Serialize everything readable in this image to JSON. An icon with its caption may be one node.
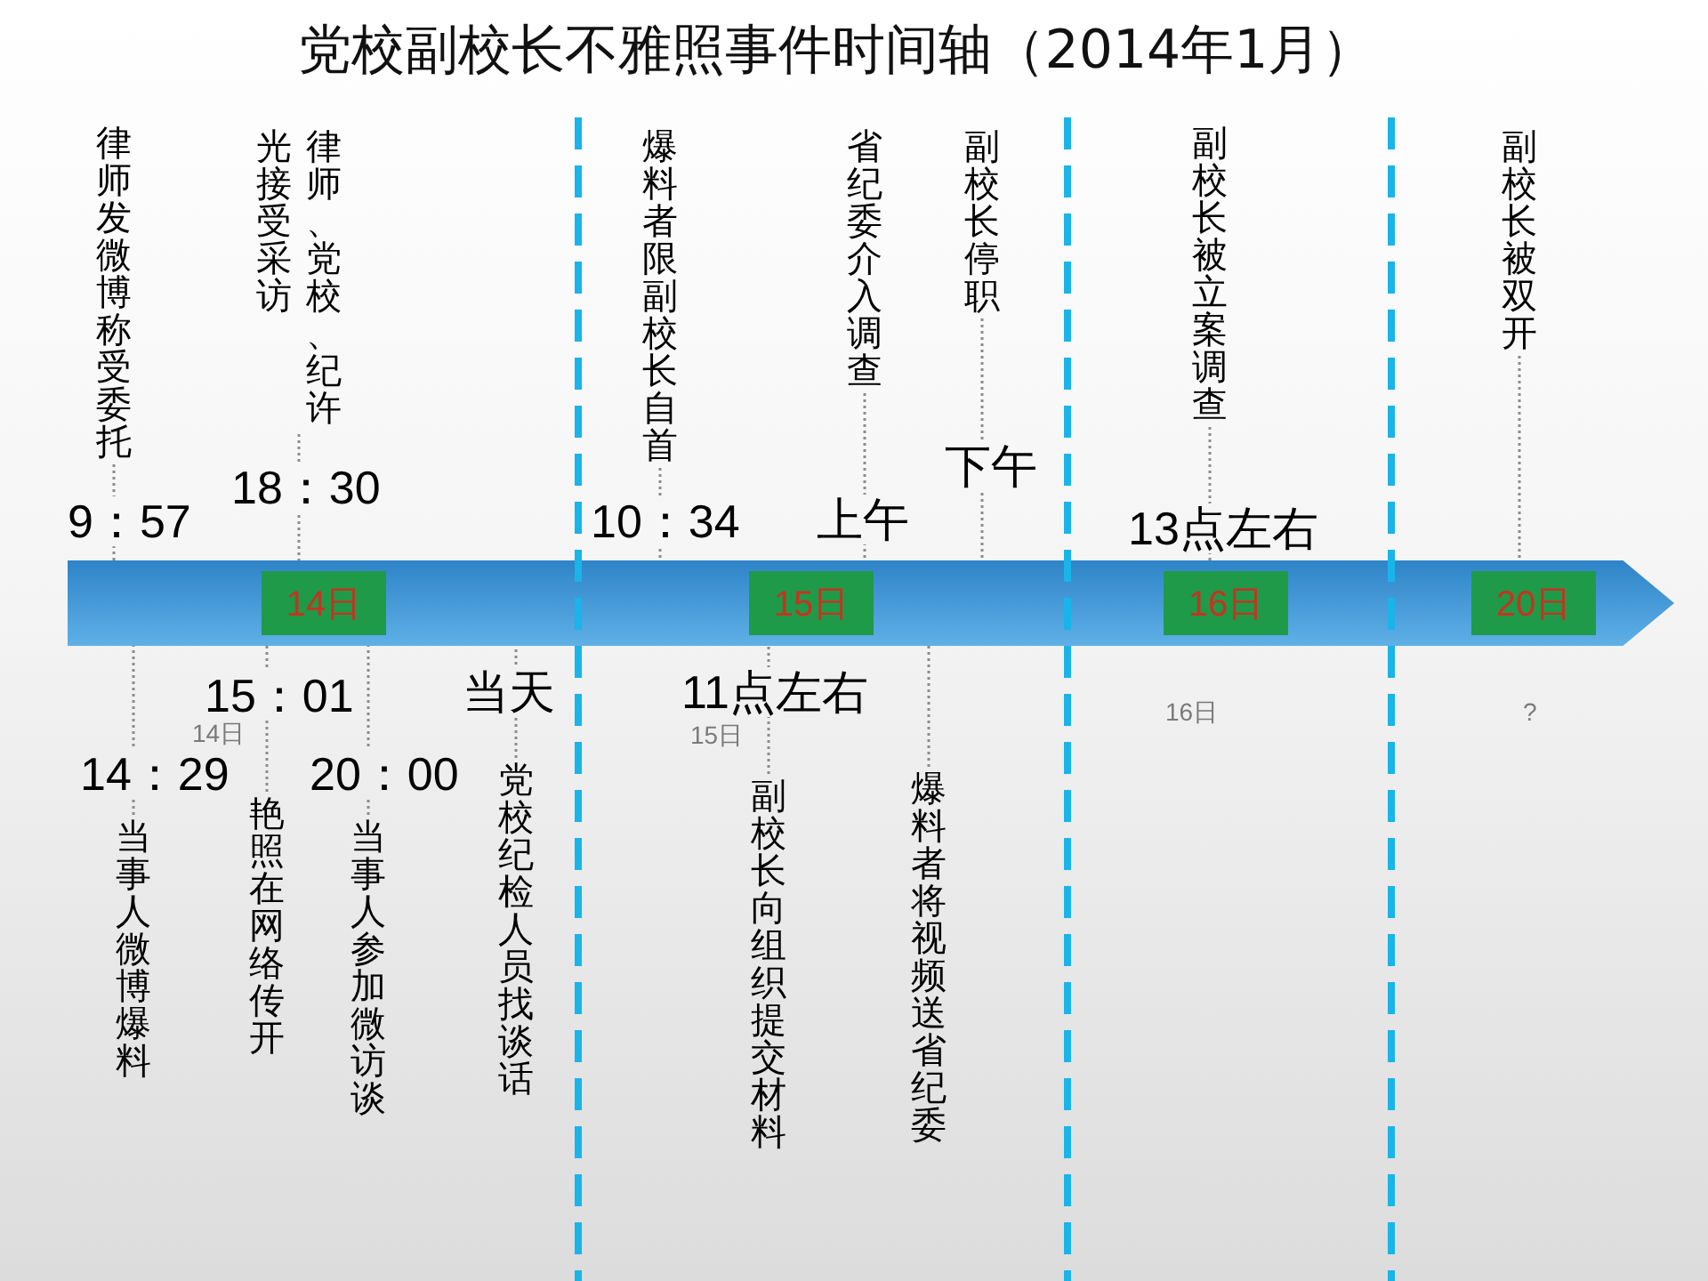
{
  "diagram": {
    "title": "党校副校长不雅照事件时间轴（2014年1月）",
    "nodes": [
      {
        "text": [],
        "shape": "arrow"
      },
      {
        "text": [
          "14日"
        ],
        "in": 0
      },
      {
        "text": [
          "15日"
        ],
        "in": 0
      },
      {
        "text": [
          "16日"
        ],
        "in": 0
      },
      {
        "text": [
          "20日"
        ],
        "in": 0
      },
      {
        "text": [
          "律师发微博称受委托"
        ]
      },
      {
        "text": [
          "当事人微博爆料"
        ]
      },
      {
        "text": [
          "艳照在网络传开"
        ]
      },
      {
        "text": [
          "律师、党校、纪许光接受采访"
        ]
      },
      {
        "text": [
          "当事人参加微访谈"
        ]
      },
      {
        "text": [
          "党校纪检人员找谈话"
        ]
      },
      {
        "text": [
          "爆料者限副校长自首"
        ]
      },
      {
        "text": [
          "副校长向组织提交材料"
        ]
      },
      {
        "text": [
          "省纪委介入调查"
        ]
      },
      {
        "text": [
          "爆料者将视频送省纪委"
        ]
      },
      {
        "text": [
          "副校长停职"
        ]
      },
      {
        "text": [
          "副校长被立案调查"
        ]
      },
      {
        "text": [
          "副校长被双开"
        ]
      }
    ],
    "edges": [
      {
        "from": 5,
        "to": 0,
        "arrow": "none",
        "label": "9：57"
      },
      {
        "from": 6,
        "to": 0,
        "arrow": "none",
        "label": "14：29"
      },
      {
        "from": 7,
        "to": 0,
        "arrow": "none",
        "label": "15：01"
      },
      {
        "from": 8,
        "to": 0,
        "arrow": "none",
        "label": "18：30"
      },
      {
        "from": 9,
        "to": 0,
        "arrow": "none",
        "label": "20：00"
      },
      {
        "from": 10,
        "to": 0,
        "arrow": "none",
        "label": "当天"
      },
      {
        "from": 11,
        "to": 0,
        "arrow": "none",
        "label": "10：34"
      },
      {
        "from": 12,
        "to": 0,
        "arrow": "none",
        "label": "11点左右"
      },
      {
        "from": 13,
        "to": 0,
        "arrow": "none",
        "label": "上午"
      },
      {
        "from": 14,
        "to": 0,
        "arrow": "none"
      },
      {
        "from": 15,
        "to": 0,
        "arrow": "none",
        "label": "下午"
      },
      {
        "from": 16,
        "to": 0,
        "arrow": "none",
        "label": "13点左右"
      },
      {
        "from": 17,
        "to": 0,
        "arrow": "none"
      }
    ],
    "labels": [
      "14日",
      "15日",
      "16日",
      "?"
    ]
  }
}
